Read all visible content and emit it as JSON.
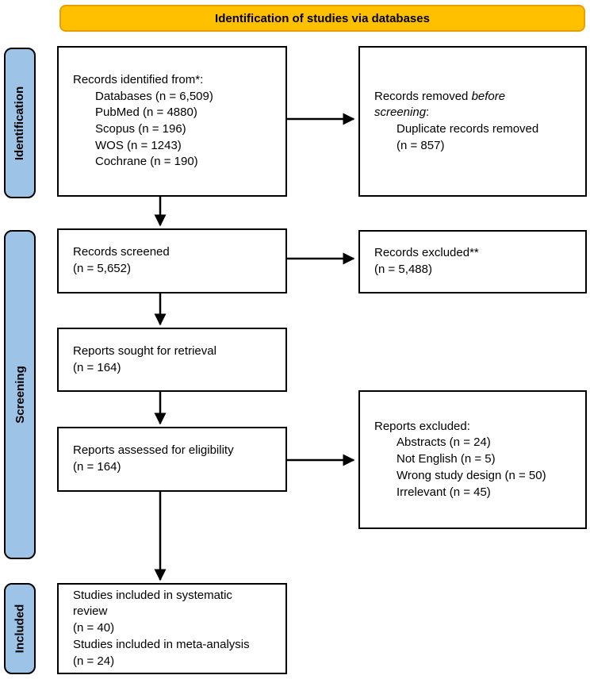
{
  "banner": {
    "label": "Identification of studies via databases"
  },
  "colors": {
    "banner_fill": "#FFC000",
    "banner_border": "#E8A000",
    "stage_fill": "#9DC3E6",
    "stage_border": "#000000",
    "box_border": "#000000"
  },
  "stages": {
    "identification": "Identification",
    "screening": "Screening",
    "included": "Included"
  },
  "boxes": {
    "records_identified": {
      "title": "Records identified from*:",
      "items": [
        "Databases (n = 6,509)",
        "PubMed (n = 4880)",
        "Scopus (n = 196)",
        "WOS (n = 1243)",
        "Cochrane (n = 190)"
      ]
    },
    "records_removed": {
      "line1_normal": "Records removed ",
      "line1_italic": "before",
      "line2_italic": "screening",
      "line2_suffix": ":",
      "items": [
        "Duplicate records removed",
        "(n = 857)"
      ]
    },
    "records_screened": {
      "lines": [
        "Records screened",
        "(n = 5,652)"
      ]
    },
    "records_excluded": {
      "lines": [
        "Records excluded**",
        "(n = 5,488)"
      ]
    },
    "reports_sought": {
      "lines": [
        "Reports sought for retrieval",
        "(n = 164)"
      ]
    },
    "reports_assessed": {
      "lines": [
        "Reports assessed for eligibility",
        "(n = 164)"
      ]
    },
    "reports_excluded": {
      "title": "Reports excluded:",
      "items": [
        "Abstracts (n = 24)",
        "Not English (n = 5)",
        "Wrong study design (n = 50)",
        "Irrelevant (n = 45)"
      ]
    },
    "studies_included": {
      "lines": [
        "Studies included in systematic review",
        "(n = 40)",
        "Studies included in meta-analysis (n = 24)"
      ]
    }
  }
}
